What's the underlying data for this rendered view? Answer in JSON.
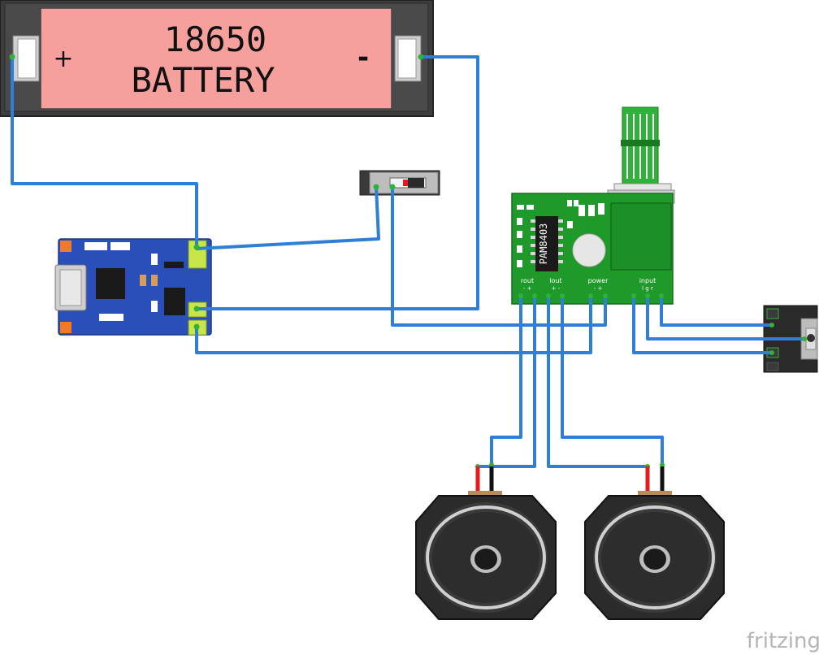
{
  "battery": {
    "line1": "18650",
    "line2": "BATTERY",
    "plus": "+",
    "minus": "-"
  },
  "amplifier": {
    "chip": "PAM8403",
    "labels": {
      "rout": "rout",
      "lout": "lout",
      "power": "power",
      "input": "input"
    },
    "pin_marks": {
      "rout": "- +",
      "lout": "+ -",
      "power": "- +",
      "input": "l  g  r"
    }
  },
  "watermark": "fritzing",
  "colors": {
    "wire": "#2f7fd6",
    "battery_fill": "#f5a09c",
    "pcb_green": "#1f9a2a",
    "pcb_blue": "#2a4fb8",
    "red_lead": "#e31b1b"
  }
}
